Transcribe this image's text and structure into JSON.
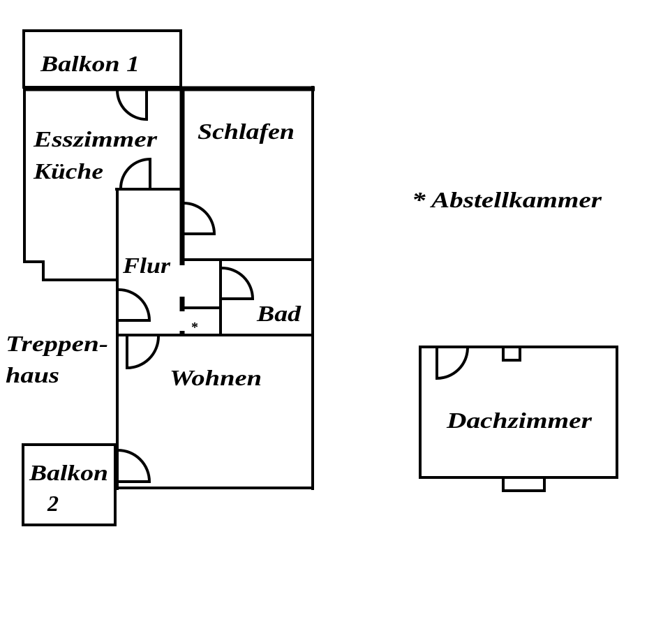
{
  "plan": {
    "rooms": {
      "balkon1": "Balkon 1",
      "esszimmer_line1": "Esszimmer",
      "esszimmer_line2": "Küche",
      "schlafen": "Schlafen",
      "flur": "Flur",
      "bad": "Bad",
      "abstell_marker": "*",
      "treppenhaus_line1": "Treppen-",
      "treppenhaus_line2": "haus",
      "wohnen": "Wohnen",
      "balkon2_line1": "Balkon",
      "balkon2_line2": "2",
      "dachzimmer": "Dachzimmer"
    },
    "legend": "* Abstellkammer"
  }
}
